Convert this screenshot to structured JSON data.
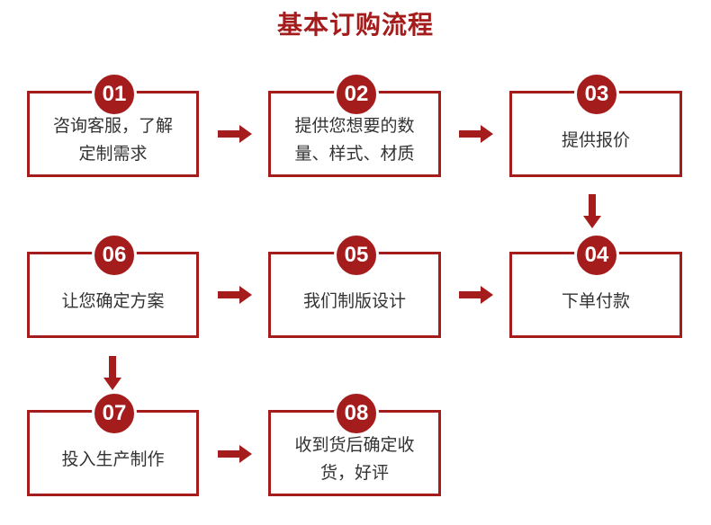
{
  "title": "基本订购流程",
  "accent_color": "#a51c1c",
  "steps": [
    {
      "num": "01",
      "text": "咨询客服，了解\n定制需求"
    },
    {
      "num": "02",
      "text": "提供您想要的数\n量、样式、材质"
    },
    {
      "num": "03",
      "text": "提供报价"
    },
    {
      "num": "04",
      "text": "下单付款"
    },
    {
      "num": "05",
      "text": "我们制版设计"
    },
    {
      "num": "06",
      "text": "让您确定方案"
    },
    {
      "num": "07",
      "text": "投入生产制作"
    },
    {
      "num": "08",
      "text": "收到货后确定收\n货，好评"
    }
  ],
  "arrow_icon": "arrow-icon"
}
